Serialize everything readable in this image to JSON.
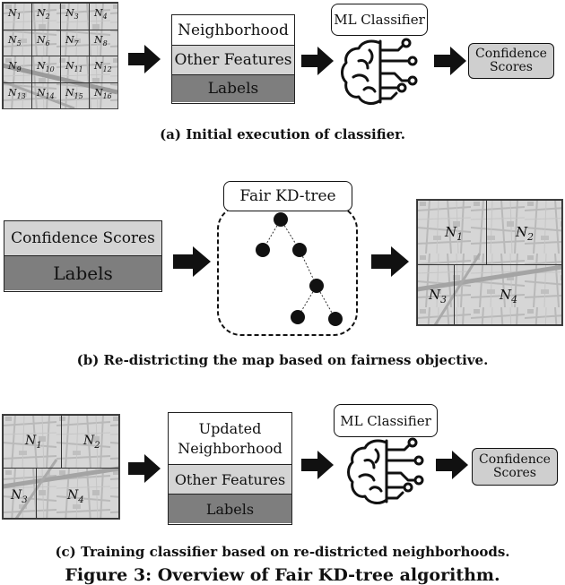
{
  "section_a": {
    "grid_labels": [
      "N1",
      "N2",
      "N3",
      "N4",
      "N5",
      "N6",
      "N7",
      "N8",
      "N9",
      "N10",
      "N11",
      "N12",
      "N13",
      "N14",
      "N15",
      "N16"
    ],
    "stack": [
      "Neighborhood",
      "Other Features",
      "Labels"
    ],
    "classifier": "ML Classifier",
    "output": [
      "Confidence",
      "Scores"
    ],
    "caption": "(a) Initial execution of classifier."
  },
  "section_b": {
    "stack": [
      "Confidence Scores",
      "Labels"
    ],
    "tree_label": "Fair KD-tree",
    "map_labels": [
      "N1",
      "N2",
      "N3",
      "N4"
    ],
    "caption": "(b) Re-districting the map based on fairness objective."
  },
  "section_c": {
    "map_labels": [
      "N1",
      "N2",
      "N3",
      "N4"
    ],
    "stack": [
      "Updated",
      "Neighborhood",
      "Other Features",
      "Labels"
    ],
    "classifier": "ML Classifier",
    "output": [
      "Confidence",
      "Scores"
    ],
    "caption": "(c) Training classifier based on re-districted neighborhoods."
  },
  "figure_title": "Figure 3: Overview of Fair KD-tree algorithm.",
  "icons": [
    "right-arrow-icon",
    "brain-circuit-icon",
    "map-texture"
  ],
  "colors": {
    "light_gray": "#d4d4d4",
    "dark_gray": "#7e7e7e",
    "output_gray": "#cfcfcf"
  }
}
